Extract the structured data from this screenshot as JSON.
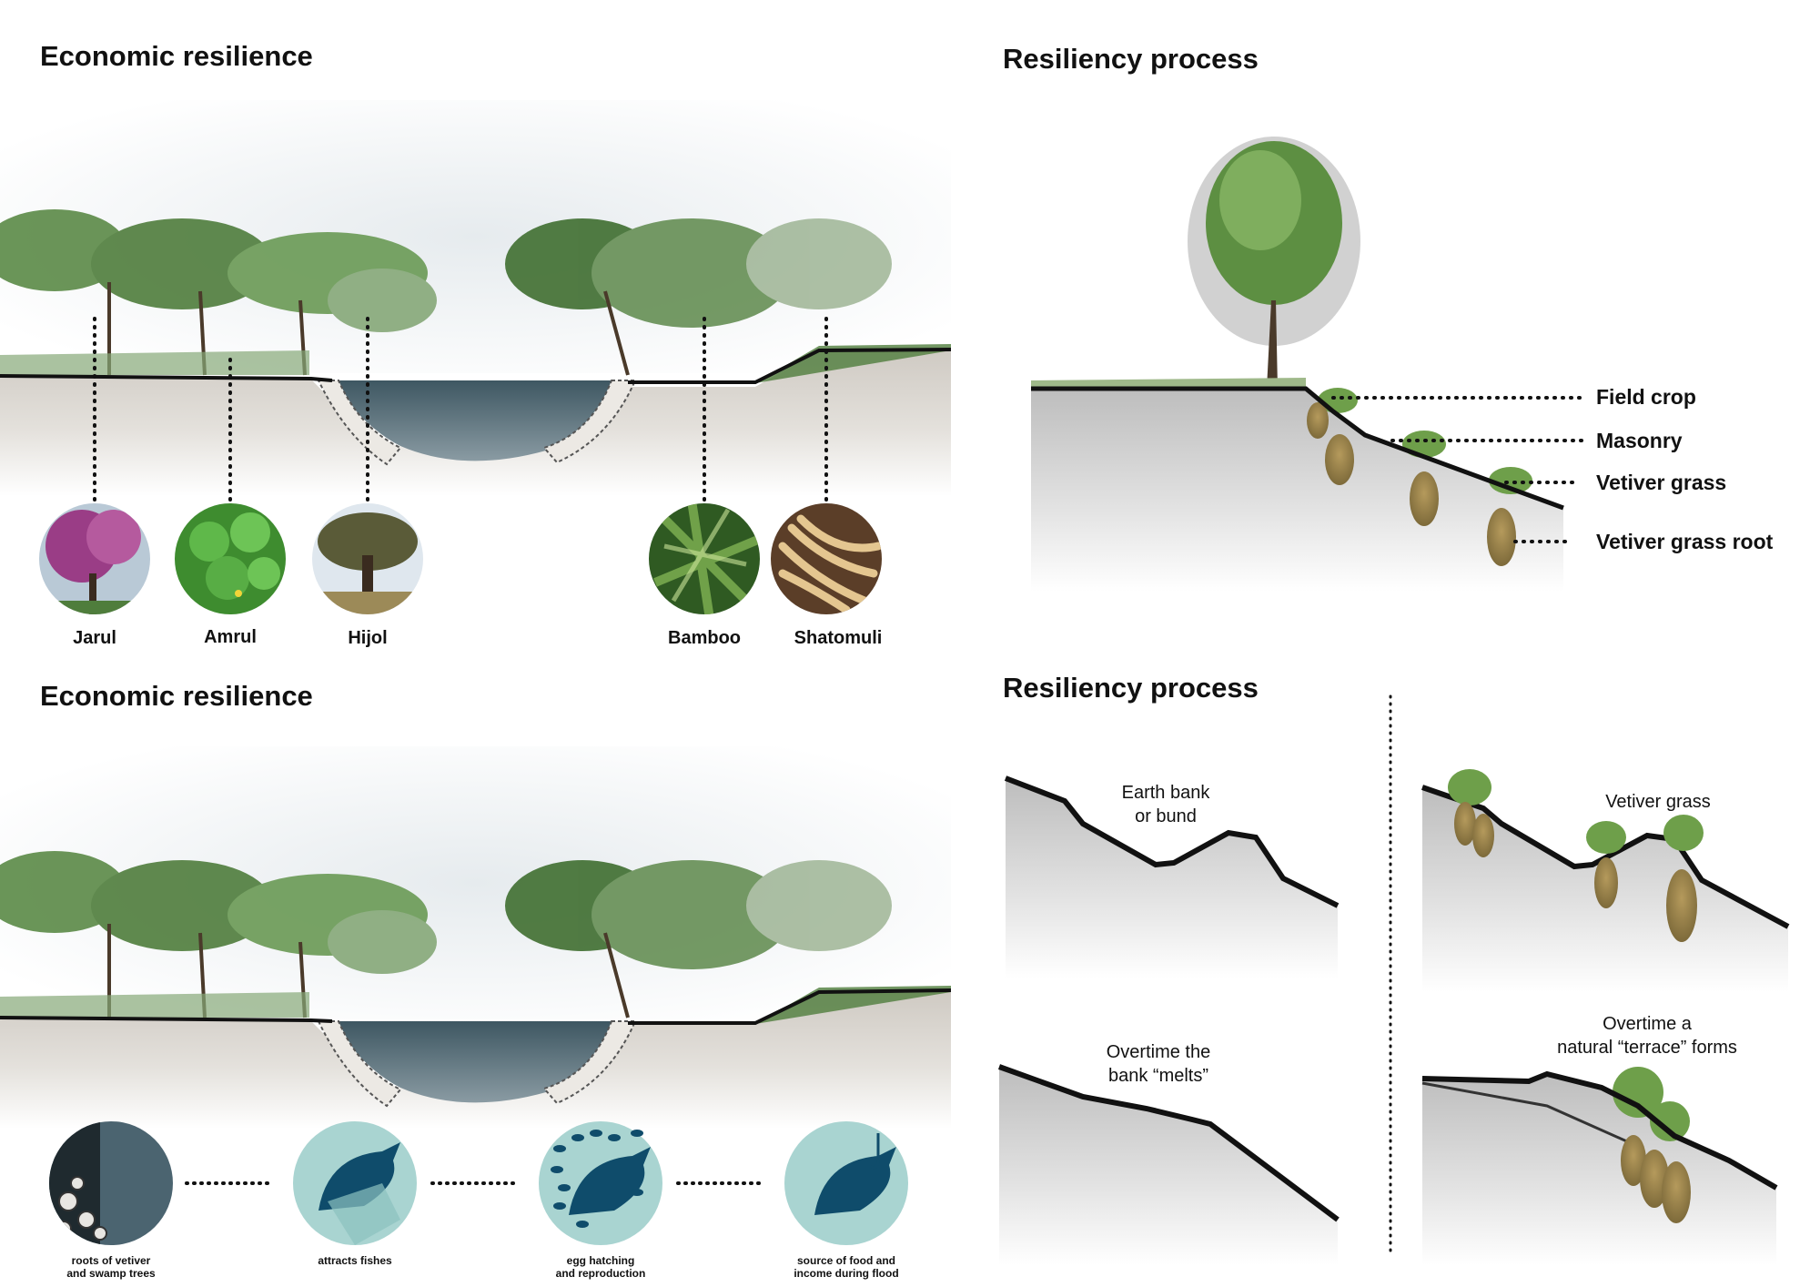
{
  "top_left": {
    "title": "Economic resilience",
    "plants": [
      {
        "name": "Jarul"
      },
      {
        "name": "Amrul"
      },
      {
        "name": "Hijol"
      },
      {
        "name": "Bamboo"
      },
      {
        "name": "Shatomuli"
      }
    ]
  },
  "top_right": {
    "title": "Resiliency process",
    "callouts": [
      "Field crop",
      "Masonry",
      "Vetiver grass",
      "Vetiver grass root"
    ]
  },
  "bottom_left": {
    "title": "Economic resilience",
    "steps": [
      {
        "line1": "roots of vetiver",
        "line2": "and swamp trees",
        "icon": "roots-icon"
      },
      {
        "line1": "attracts fishes",
        "line2": "",
        "icon": "fish-icon"
      },
      {
        "line1": "egg hatching",
        "line2": "and reproduction",
        "icon": "fish-school-icon"
      },
      {
        "line1": "source of food and",
        "line2": "income during flood",
        "icon": "fish-hook-icon"
      }
    ]
  },
  "bottom_right": {
    "title": "Resiliency process",
    "stages": [
      {
        "line1": "Earth bank",
        "line2": "or bund"
      },
      {
        "line1": "Vetiver grass",
        "line2": ""
      },
      {
        "line1": "Overtime the",
        "line2": "bank “melts”"
      },
      {
        "line1": "Overtime a",
        "line2": "natural “terrace” forms"
      }
    ]
  },
  "colors": {
    "teal_circle": "#a9d4d1",
    "fish": "#0f4c6b",
    "water": "#4b6470",
    "foliage": "#4f7d3c",
    "ground": "#d9d6d0"
  }
}
